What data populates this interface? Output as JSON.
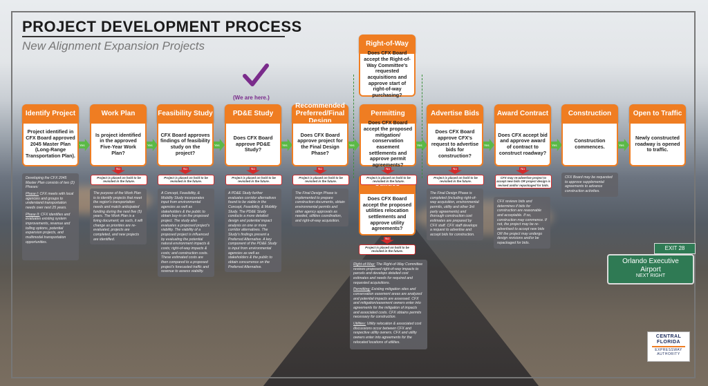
{
  "header": {
    "title": "PROJECT DEVELOPMENT PROCESS",
    "subtitle": "New Alignment Expansion Projects"
  },
  "marker": {
    "label": "(We are here.)"
  },
  "yes_label": "Yes",
  "no_label": "No",
  "hold_text": "Project is placed on hold to be revisited in the future.",
  "steps": [
    {
      "title": "Identify Project",
      "question": "Project identified in CFX Board approved 2045 Master Plan (Long-Range Transportation Plan)."
    },
    {
      "title": "Work Plan",
      "question": "Is project identified in the approved Five-Year Work Plan?"
    },
    {
      "title": "Feasibility Study",
      "question": "CFX Board approves findings of feasibility study on the project?"
    },
    {
      "title": "PD&E Study",
      "question": "Does CFX Board approve PD&E Study?"
    },
    {
      "title": "Recommended Preferred/Final Design",
      "question": "Does CFX Board approve project for the Final Design Phase?"
    },
    {
      "title": "Permitting",
      "question": "Does CFX Board accept the proposed mitigation/ conservation easement settlements and approve permit agreements?"
    },
    {
      "title": "Advertise Bids",
      "question": "Does CFX Board approve CFX's request to advertise bids for construction?"
    },
    {
      "title": "Award Contract",
      "question": "Does CFX accept bid and approve award of contract to construct roadway?"
    },
    {
      "title": "Construction",
      "question": "Construction commences."
    },
    {
      "title": "Open to Traffic",
      "question": "Newly constructed roadway is opened to traffic."
    }
  ],
  "right_of_way": {
    "title": "Right-of-Way",
    "question": "Does CFX Board accept the Right-of-Way Committee's requested acquisitions and approve start of right-of-way purchasing?"
  },
  "utilities": {
    "title": "Utilities",
    "question": "Does CFX Board accept the proposed utilities relocation settlements and approve utility agreements?"
  },
  "award_hold_text": "CFX may re-advertise project to accept new bids OR project design is revised and/or repackaged for bids.",
  "descriptions": {
    "identify_intro": "Developing the CFX 2045 Master Plan consists of two (2) Phases:",
    "identify_p1_label": "Phase I:",
    "identify_p1": " CFX meets with local agencies and groups to understand transportation needs over next 25 years.",
    "identify_p2_label": "Phase II:",
    "identify_p2": " CFX identifies and evaluates existing system improvements, revenue and tolling options, potential expansion projects, and multimodal transportation opportunities.",
    "work_plan": "The purpose of the Work Plan is to identify projects that meet the region's transportation needs and match anticipated funding during the next five (5) years. The Work Plan is a living document; as such, it will change as priorities are re-evaluated, projects are completed, and new projects are identified.",
    "feasibility": "A Concept, Feasibility, & Mobility Study incorporates input from environmental agencies as well as stakeholders & the public to obtain buy-in on the proposed project. The study also evaluates a proposed project's viability. The viability of a proposed project is influenced by evaluating the potential natural environment impacts & costs; right-of-way impacts & costs; and construction costs. These estimated costs are then compared to a proposed project's forecasted traffic and revenue to assess viability.",
    "pde": "A PD&E Study further evaluates corridor alternatives found to be viable in the Concept, Feasibility, & Mobility Study. The PD&E Study conducts a more detailed design and potential impact analysis on one or more corridor alternatives. The Study's findings present a Preferred Alternative. A key component of the PD&E Study is input from environmental agencies as well as stakeholders & the public to obtain concurrence on the Preferred Alternative.",
    "final_design": "The Final Design Phase is implemented to prepare construction documents, obtain environmental permits and other agency approvals as needed, utilities coordination, and right-of-way acquisition.",
    "row_label": "Right-of-Way:",
    "row": " The Right-of-Way Committee reviews proposed right-of-way impacts to parcels and develops detailed cost estimates and needs for required and requested acquisitions.",
    "permitting_label": "Permitting:",
    "permitting": " Existing mitigation sites and conservation easement areas are analyzed and potential impacts are assessed. CFX and mitigation/easement owners enter into agreements for the mitigation of impacts and associated costs. CFX obtains permits necessary for construction.",
    "utilities_label": "Utilities:",
    "utilities": " Utility relocation & associated cost discussions occur between CFX and respective utility owners. CFX and utility owners enter into agreements for the relocated locations of utilities.",
    "advertise": "The Final Design Phase is completed (including right-of-way acquisition, environmental permits, utility and other 3rd party agreements) and thorough construction cost estimates are prepared by CFX staff. CFX staff develops a request to advertise and accept bids for construction.",
    "award": "CFX reviews bids and determines if bids for construction are reasonable and acceptable. If so, construction may commence. If not, the project may be re-advertised to accept new bids OR the project may undergo design revisions and/or be repackaged for bids.",
    "construction": "CFX Board may be requested to approve supplemental agreements to advance construction activities."
  },
  "background_sign": {
    "exit": "EXIT 28",
    "line1": "Orlando Executive",
    "line2": "Airport",
    "line3": "NEXT RIGHT"
  },
  "logo": {
    "line1": "CENTRAL",
    "line2": "FLORIDA",
    "line3": "EXPRESSWAY",
    "line4": "AUTHORITY"
  },
  "colors": {
    "accent": "#ef7d22",
    "yes": "#5bb947",
    "no": "#d32b2b",
    "marker": "#7a2b8b"
  }
}
